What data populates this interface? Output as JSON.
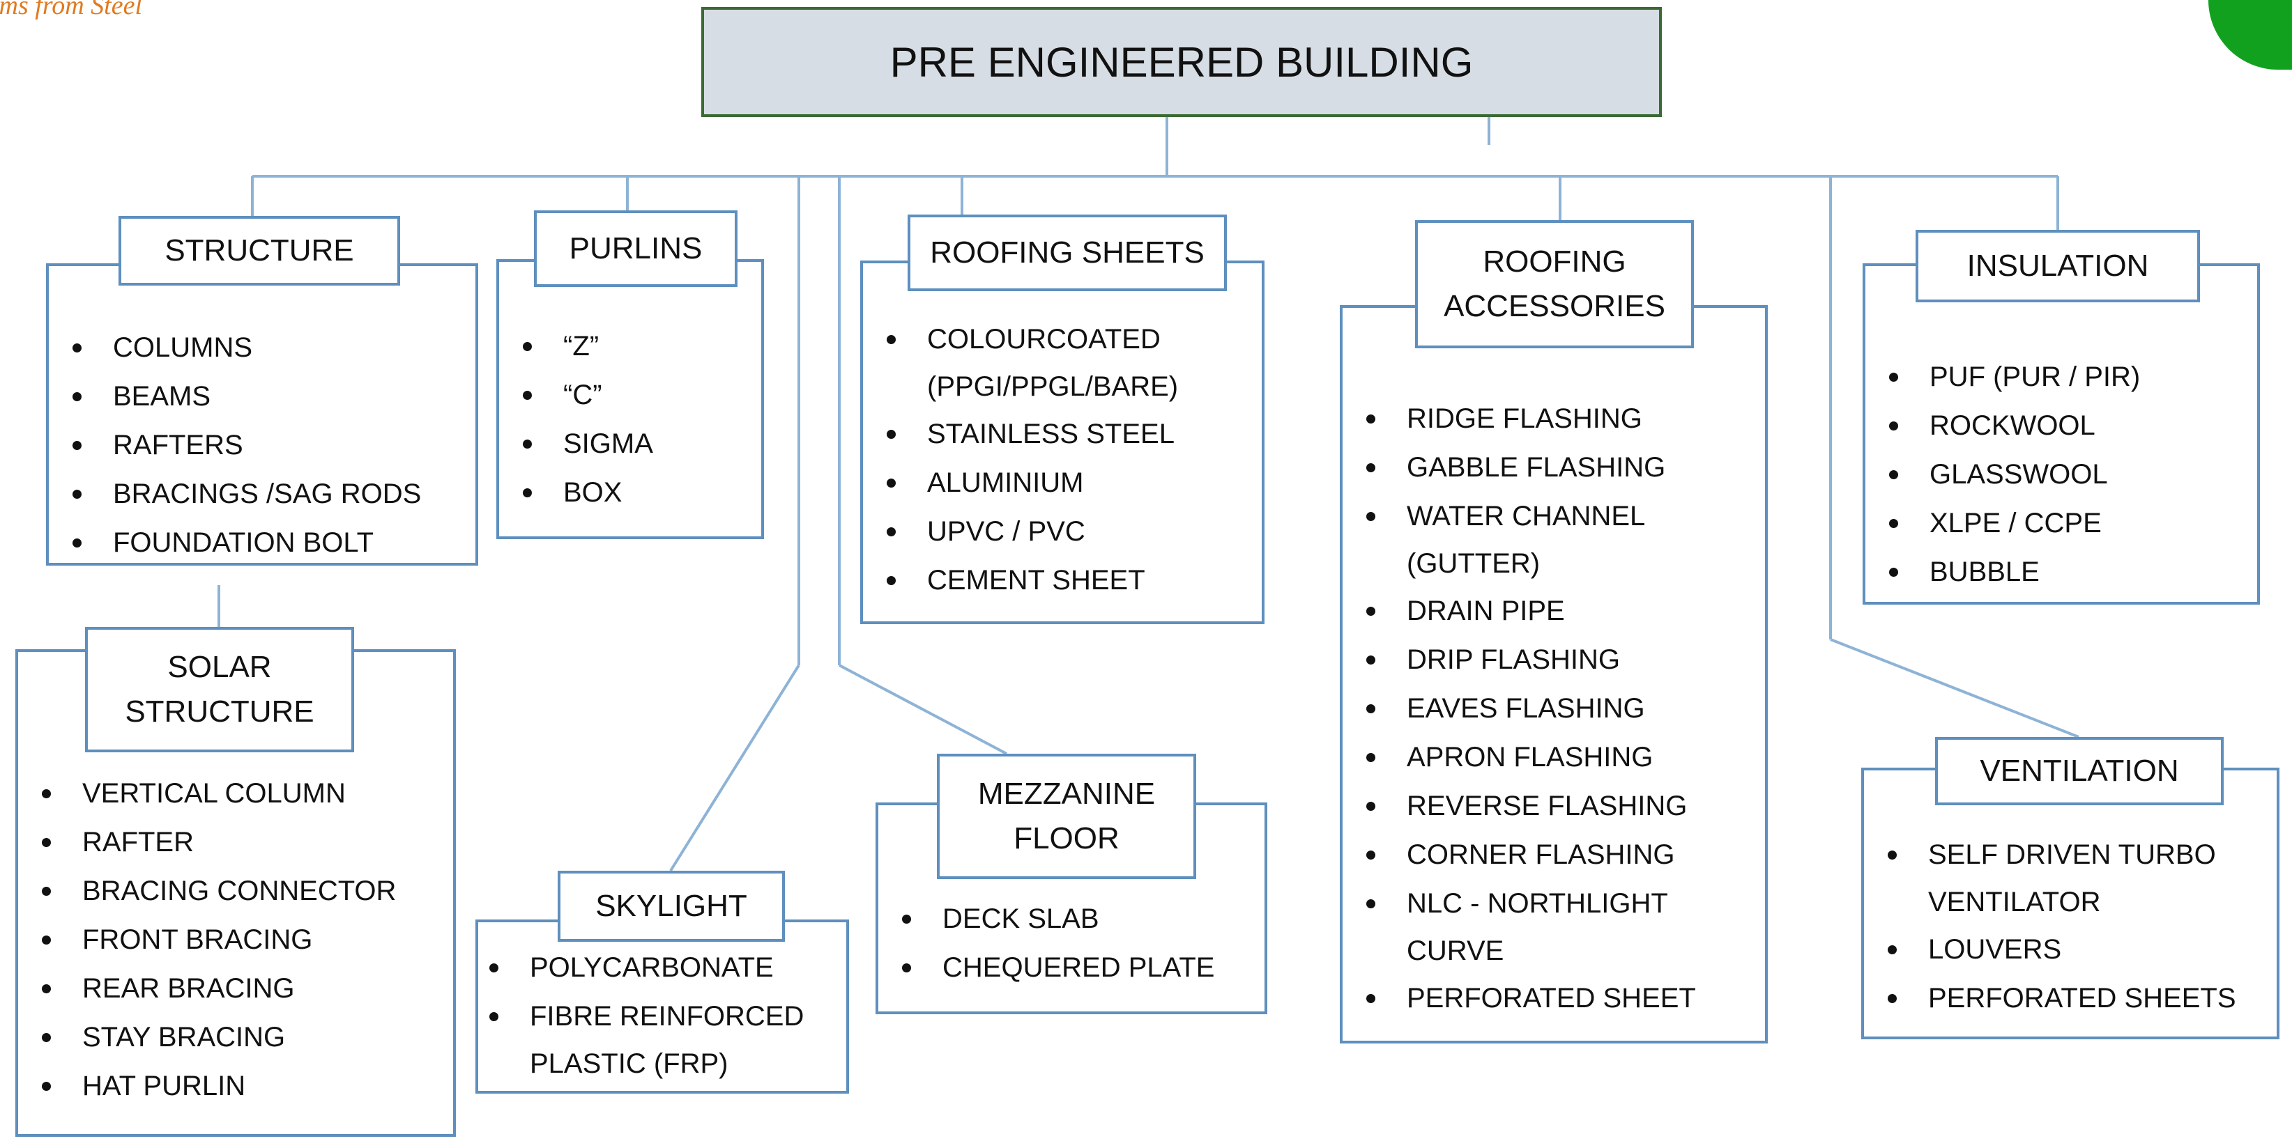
{
  "brand_tagline": "ims from Steel",
  "title": "PRE ENGINEERED BUILDING",
  "colors": {
    "box_border": "#5e8fbe",
    "title_fill": "#d6dde4",
    "title_border": "#3b6a35",
    "connector": "#8db3d6",
    "tagline": "#e07b21",
    "logo_leaf": "#12a11f"
  },
  "categories": {
    "structure": {
      "heading": "STRUCTURE",
      "items": [
        "COLUMNS",
        "BEAMS",
        "RAFTERS",
        "BRACINGS /SAG RODS",
        "FOUNDATION BOLT"
      ]
    },
    "purlins": {
      "heading": "PURLINS",
      "items": [
        "“Z”",
        "“C”",
        "SIGMA",
        "BOX"
      ]
    },
    "roofing_sheets": {
      "heading": "ROOFING SHEETS",
      "items": [
        "COLOURCOATED",
        "(PPGI/PPGL/BARE)",
        "STAINLESS STEEL",
        "ALUMINIUM",
        "UPVC / PVC",
        "CEMENT SHEET"
      ]
    },
    "roofing_accessories": {
      "heading": "ROOFING\nACCESSORIES",
      "items": [
        "RIDGE FLASHING",
        "GABBLE FLASHING",
        "WATER CHANNEL",
        "(GUTTER)",
        "DRAIN PIPE",
        "DRIP FLASHING",
        "EAVES FLASHING",
        "APRON FLASHING",
        "REVERSE FLASHING",
        "CORNER FLASHING",
        "NLC - NORTHLIGHT",
        "CURVE",
        "PERFORATED SHEET"
      ]
    },
    "insulation": {
      "heading": "INSULATION",
      "items": [
        "PUF (PUR / PIR)",
        "ROCKWOOL",
        "GLASSWOOL",
        "XLPE / CCPE",
        "BUBBLE"
      ]
    },
    "solar_structure": {
      "heading": "SOLAR\nSTRUCTURE",
      "items": [
        "VERTICAL COLUMN",
        "RAFTER",
        "BRACING CONNECTOR",
        "FRONT BRACING",
        "REAR BRACING",
        "STAY BRACING",
        "HAT PURLIN"
      ]
    },
    "skylight": {
      "heading": "SKYLIGHT",
      "items": [
        "POLYCARBONATE",
        "FIBRE REINFORCED",
        "PLASTIC (FRP)"
      ]
    },
    "mezzanine_floor": {
      "heading": "MEZZANINE\nFLOOR",
      "items": [
        "DECK SLAB",
        "CHEQUERED PLATE"
      ]
    },
    "ventilation": {
      "heading": "VENTILATION",
      "items": [
        "SELF DRIVEN TURBO",
        "VENTILATOR",
        "LOUVERS",
        "PERFORATED SHEETS"
      ]
    }
  }
}
